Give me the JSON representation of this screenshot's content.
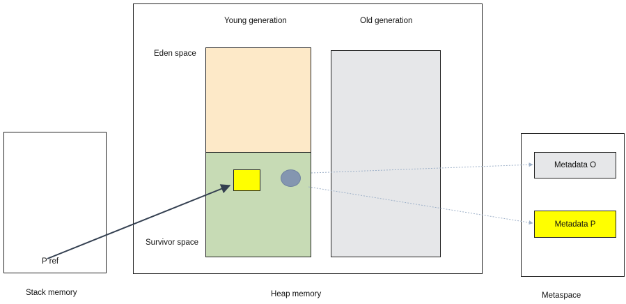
{
  "labels": {
    "young_generation": "Young generation",
    "old_generation": "Old generation",
    "eden_space": "Eden space",
    "survivor_space": "Survivor space",
    "p_ref": "P ref",
    "stack_memory": "Stack memory",
    "heap_memory": "Heap memory",
    "metaspace": "Metaspace",
    "metadata_o": "Metadata O",
    "metadata_p": "Metadata P"
  },
  "colors": {
    "eden_fill": "#fde9c8",
    "survivor_fill": "#c7dbb5",
    "old_gen_fill": "#e6e7e9",
    "object_p_fill": "#ffff00",
    "object_o_fill": "#8496b0",
    "metadata_o_fill": "#e6e7e9",
    "metadata_p_fill": "#ffff00",
    "ref_arrow": "#333f50",
    "metadata_link": "#9db0c8",
    "border": "#222222"
  }
}
